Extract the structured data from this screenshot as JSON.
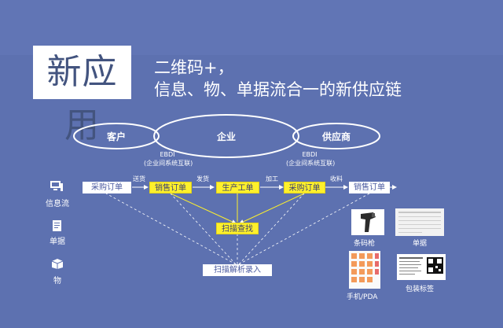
{
  "title": "新应用",
  "headline": {
    "line1": "二维码+，",
    "line2": "信息、物、单据流合一的新供应链"
  },
  "top_nodes": {
    "customer": "客户",
    "enterprise": "企业",
    "supplier": "供应商"
  },
  "ebdi": {
    "left": {
      "line1": "EBDI",
      "line2": "(企业间系统互联)"
    },
    "right": {
      "line1": "EBDI",
      "line2": "(企业间系统互联)"
    }
  },
  "flow": {
    "boxes": [
      "采购订单",
      "销售订单",
      "生产工单",
      "采购订单",
      "销售订单"
    ],
    "edges": [
      "送货",
      "发货",
      "加工",
      "收料"
    ]
  },
  "scan_lookup": "扫描查找",
  "scan_entry": "扫描解析录入",
  "left_flows": [
    "信息流",
    "单据",
    "物"
  ],
  "right_items": {
    "scanner": "条码枪",
    "document": "单据",
    "phone": "手机/PDA",
    "label": "包装标签"
  },
  "colors": {
    "background": "#5d71b0",
    "highlight": "#fdf02c",
    "line": "#ffffff"
  }
}
